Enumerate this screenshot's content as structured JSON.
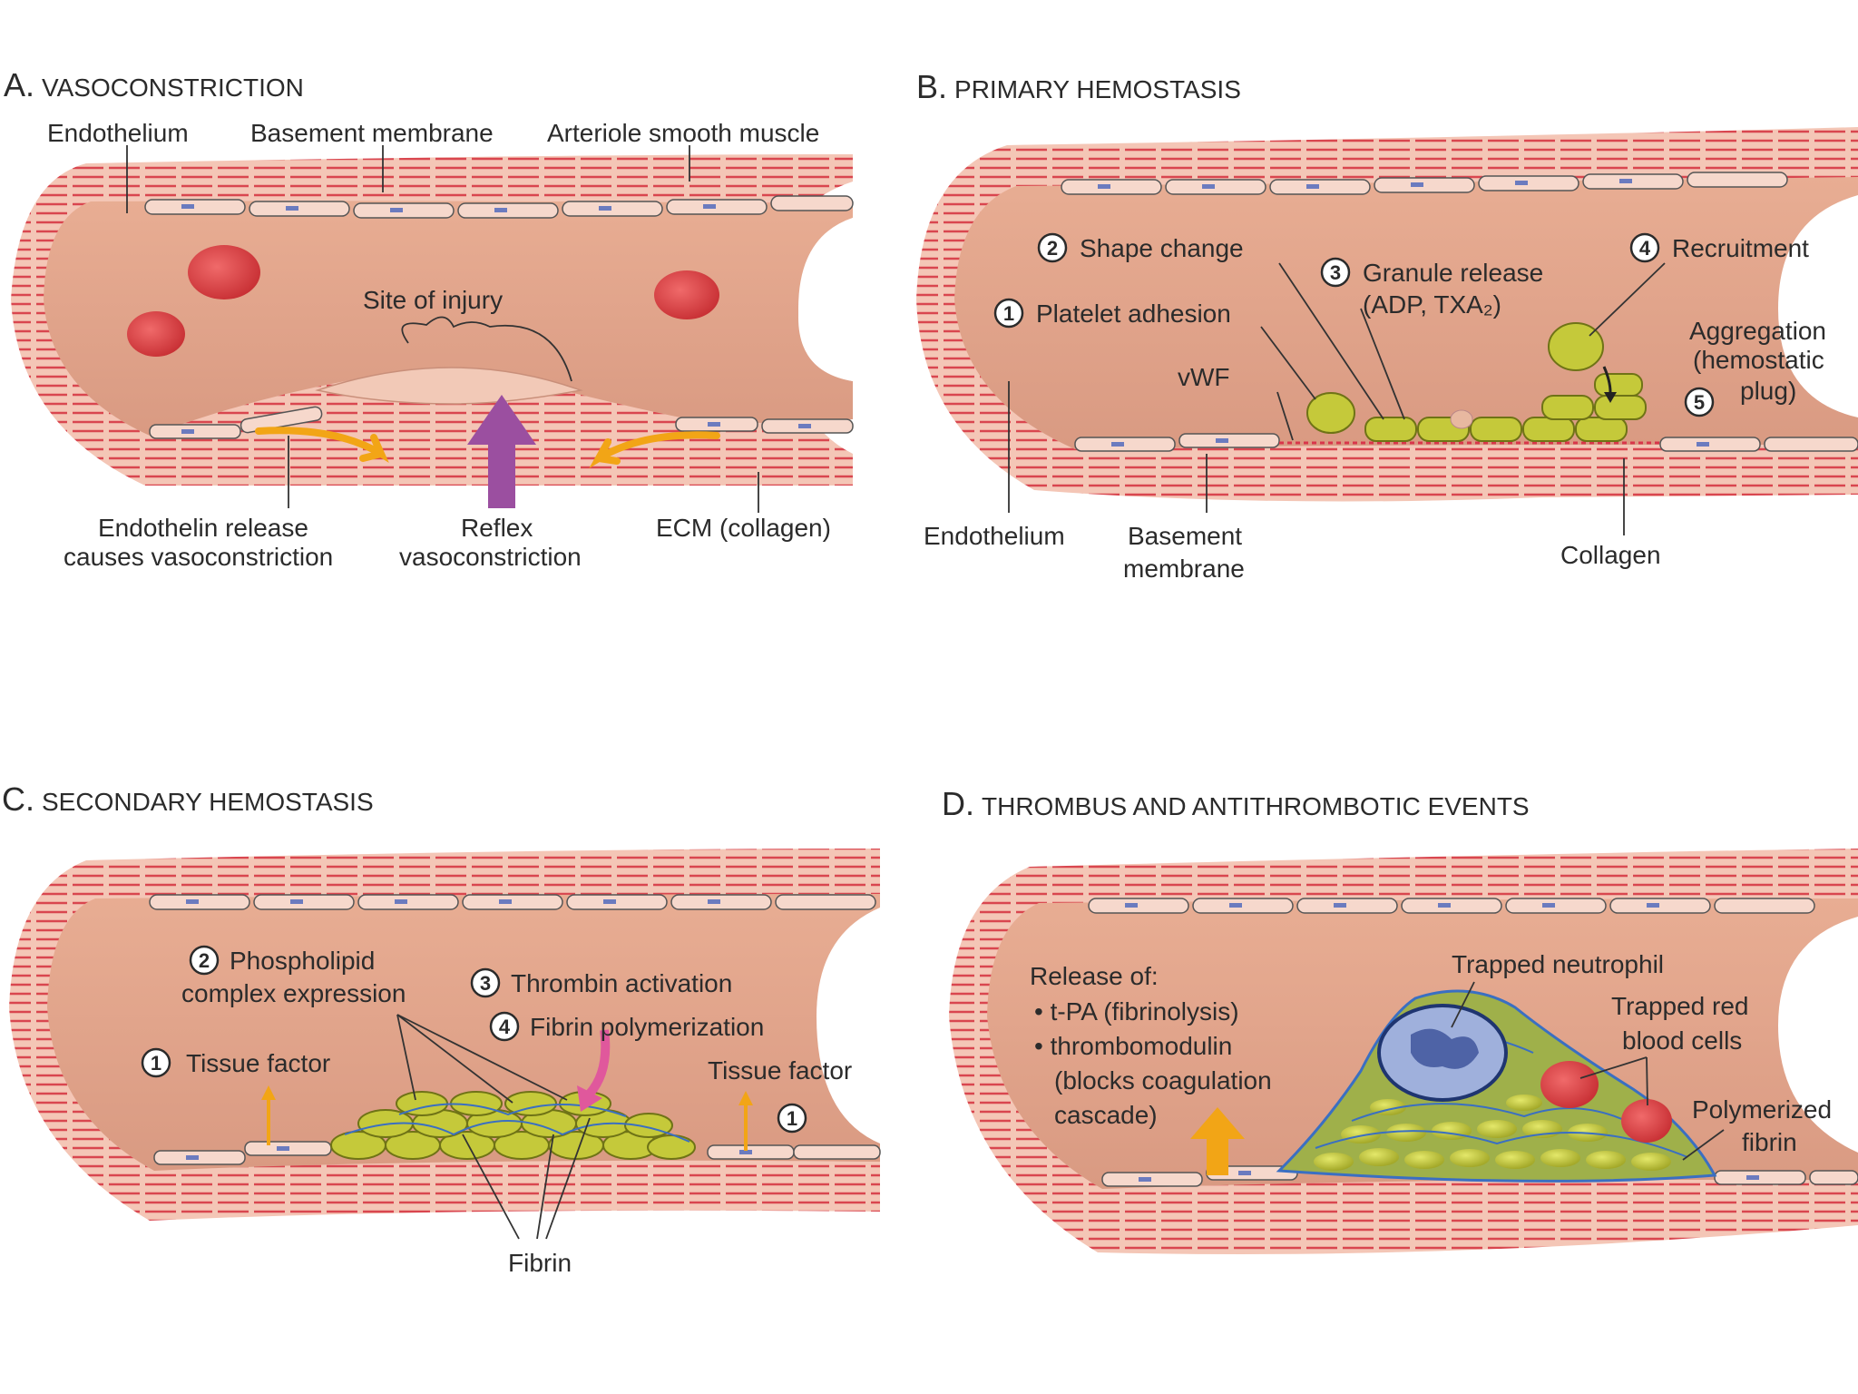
{
  "panels": {
    "a": {
      "title_letter": "A.",
      "title_rest": "VASOCONSTRICTION",
      "labels": {
        "endothelium": "Endothelium",
        "basement_membrane": "Basement membrane",
        "smooth_muscle": "Arteriole smooth muscle",
        "site_of_injury": "Site of injury",
        "endothelin_line1": "Endothelin release",
        "endothelin_line2": "causes vasoconstriction",
        "reflex_line1": "Reflex",
        "reflex_line2": "vasoconstriction",
        "ecm": "ECM (collagen)"
      }
    },
    "b": {
      "title_letter": "B.",
      "title_rest": "PRIMARY HEMOSTASIS",
      "steps": {
        "s1": {
          "num": "1",
          "label": "Platelet adhesion"
        },
        "s2": {
          "num": "2",
          "label": "Shape change"
        },
        "s3": {
          "num": "3",
          "label_line1": "Granule release",
          "label_line2": "(ADP, TXA₂)"
        },
        "s4": {
          "num": "4",
          "label": "Recruitment"
        },
        "s5": {
          "num": "5",
          "label_line1": "Aggregation",
          "label_line2": "(hemostatic",
          "label_line3": "plug)"
        }
      },
      "labels": {
        "vwf": "vWF",
        "endothelium": "Endothelium",
        "basement_line1": "Basement",
        "basement_line2": "membrane",
        "collagen": "Collagen"
      }
    },
    "c": {
      "title_letter": "C.",
      "title_rest": "SECONDARY HEMOSTASIS",
      "steps": {
        "s1": {
          "num": "1",
          "label": "Tissue factor"
        },
        "s1b": {
          "num": "1",
          "label": "Tissue factor"
        },
        "s2": {
          "num": "2",
          "label_line1": "Phospholipid",
          "label_line2": "complex expression"
        },
        "s3": {
          "num": "3",
          "label": "Thrombin activation"
        },
        "s4": {
          "num": "4",
          "label": "Fibrin polymerization"
        }
      },
      "labels": {
        "fibrin": "Fibrin"
      }
    },
    "d": {
      "title_letter": "D.",
      "title_rest": "THROMBUS AND ANTITHROMBOTIC EVENTS",
      "labels": {
        "release_of": "Release of:",
        "tpa": "• t-PA (fibrinolysis)",
        "thrombomodulin": "• thrombomodulin",
        "blocks_line1": "(blocks coagulation",
        "blocks_line2": "cascade)",
        "neutrophil": "Trapped neutrophil",
        "rbc_line1": "Trapped red",
        "rbc_line2": "blood cells",
        "fibrin_line1": "Polymerized",
        "fibrin_line2": "fibrin"
      }
    }
  },
  "colors": {
    "lumen": "#e0a38a",
    "vessel_wall": "#f4c6b6",
    "smooth_muscle": "#d9464f",
    "red_blood_cell": "#d9363b",
    "platelet": "#c5c93a",
    "fibrin": "#3a6fc2",
    "neutrophil": "#9fb0dc",
    "arrow_orange": "#f2a516",
    "arrow_purple": "#9b4fa0",
    "arrow_pink": "#e0589c"
  }
}
